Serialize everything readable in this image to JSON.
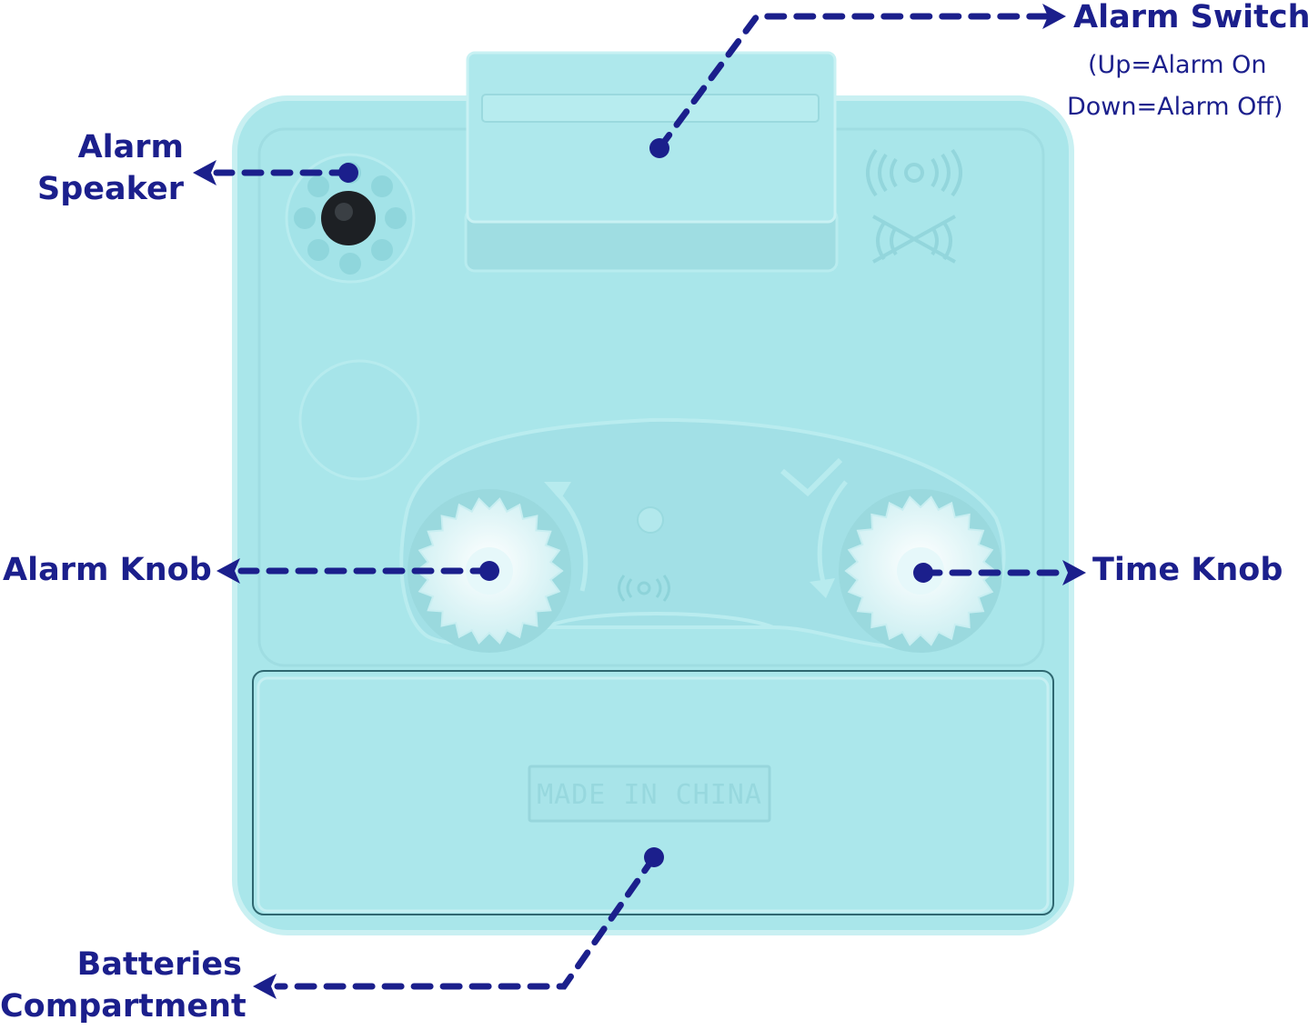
{
  "labels": {
    "alarm_switch": "Alarm Switch",
    "alarm_switch_on": "(Up=Alarm On",
    "alarm_switch_off": "Down=Alarm Off)",
    "alarm_speaker_line1": "Alarm",
    "alarm_speaker_line2": "Speaker",
    "alarm_knob": "Alarm Knob",
    "time_knob": "Time Knob",
    "batteries_line1": "Batteries",
    "batteries_line2": "Compartment"
  },
  "device": {
    "emboss_text": "MADE IN CHINA"
  },
  "colors": {
    "body": "#a9e6ea",
    "body_edge": "#c8f0f2",
    "annotation": "#1b1f8c",
    "knob": "#dff5f7"
  }
}
